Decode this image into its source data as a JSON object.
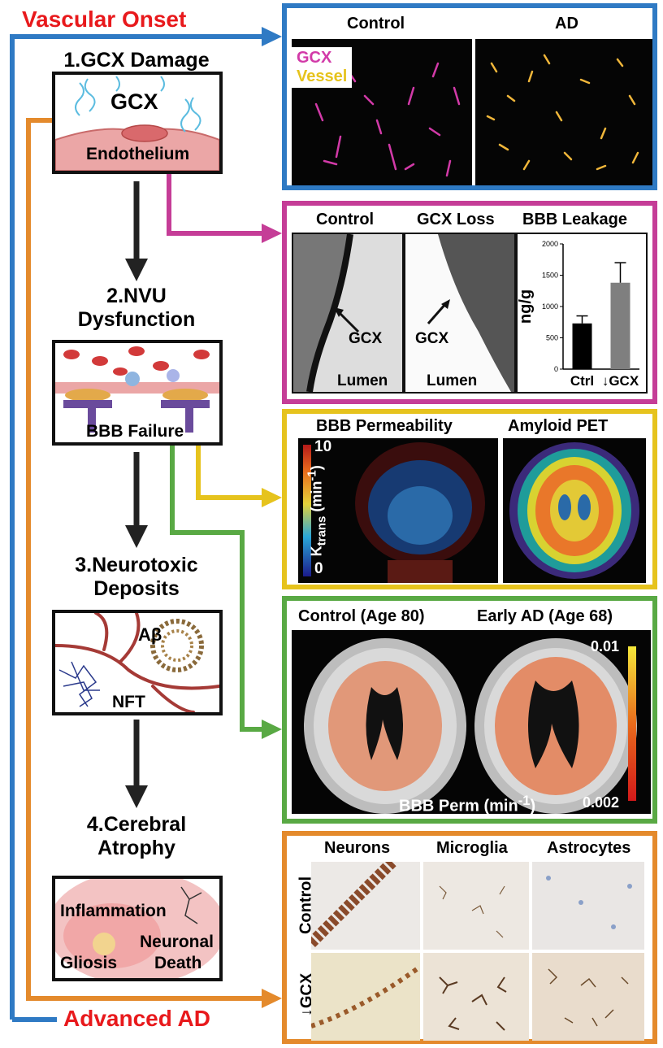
{
  "left": {
    "vascular_onset": "Vascular Onset",
    "advanced_ad": "Advanced AD",
    "steps": [
      {
        "title_line1": "1.GCX Damage",
        "title_line2": ""
      },
      {
        "title_line1": "2.NVU",
        "title_line2": "Dysfunction"
      },
      {
        "title_line1": "3.Neurotoxic",
        "title_line2": "Deposits"
      },
      {
        "title_line1": "4.Cerebral",
        "title_line2": "Atrophy"
      }
    ],
    "box1": {
      "gcx": "GCX",
      "endothelium": "Endothelium"
    },
    "box2": {
      "label": "BBB Failure"
    },
    "box3": {
      "abeta": "Aβ",
      "nft": "NFT"
    },
    "box4": {
      "inflammation": "Inflammation",
      "neuronal": "Neuronal",
      "death": "Death",
      "gliosis": "Gliosis"
    }
  },
  "panel1": {
    "control": "Control",
    "ad": "AD",
    "legend_gcx": "GCX",
    "legend_vessel": "Vessel"
  },
  "panel2": {
    "control": "Control",
    "gcx_loss": "GCX Loss",
    "bbb_leakage": "BBB Leakage",
    "arrow_label": "GCX",
    "lumen": "Lumen",
    "chart_data": {
      "type": "bar",
      "categories": [
        "Ctrl",
        "↓GCX"
      ],
      "values": [
        730,
        1380
      ],
      "errors": [
        120,
        320
      ],
      "ylabel": "ng/g",
      "ylim": [
        0,
        2000
      ],
      "yticks": [
        "0",
        "500",
        "1000",
        "1500",
        "2000"
      ],
      "colors": [
        "#000000",
        "#7f7f7f"
      ]
    }
  },
  "panel3": {
    "bbb_perm": "BBB Permeability",
    "amyloid_pet": "Amyloid PET",
    "scale_max": "10",
    "scale_min": "0",
    "k": "K",
    "k_sub": "trans",
    "unit": " (min",
    "unit_sup": "-1",
    "unit_end": ")"
  },
  "panel4": {
    "control": "Control (Age 80)",
    "early": "Early AD (Age 68)",
    "scale_top": "0.01",
    "scale_bottom": "0.002",
    "perm": "BBB Perm (min",
    "perm_sup": "-1",
    "perm_end": ")"
  },
  "panel5": {
    "neurons": "Neurons",
    "microglia": "Microglia",
    "astrocytes": "Astrocytes",
    "row_control": "Control",
    "row_gcx": "↓GCX"
  },
  "colors": {
    "blue": "#2f7ac4",
    "magenta": "#c53d97",
    "yellow": "#e6c31d",
    "green": "#59a944",
    "orange": "#e48a2c",
    "red": "#e8191c"
  }
}
